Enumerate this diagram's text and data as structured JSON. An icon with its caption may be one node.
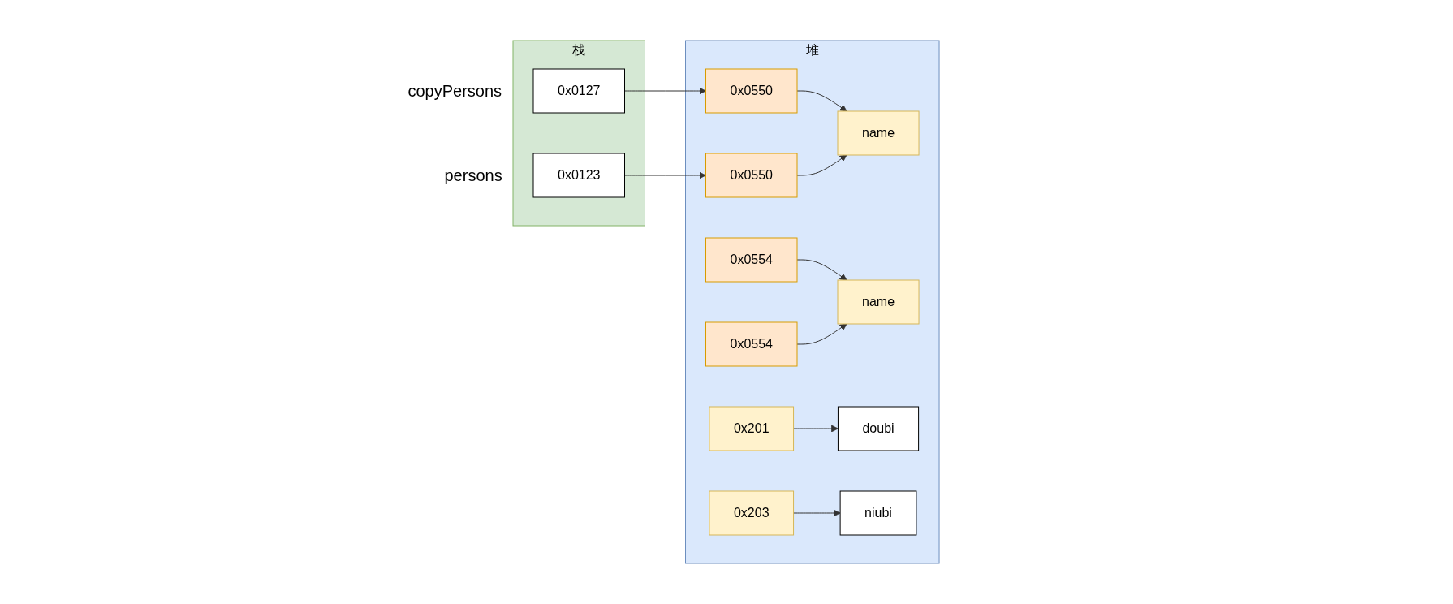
{
  "diagram": {
    "nodes": [
      {
        "text": [
          "栈"
        ]
      },
      {
        "text": [
          "堆"
        ]
      },
      {
        "text": [
          "0x0127"
        ],
        "in": 0,
        "beside": [
          "copyPersons"
        ]
      },
      {
        "text": [
          "0x0123"
        ],
        "in": 0,
        "beside": [
          "persons"
        ]
      },
      {
        "text": [
          "0x0550"
        ],
        "in": 1
      },
      {
        "text": [
          "0x0554"
        ],
        "in": 1
      },
      {
        "text": [
          "name"
        ],
        "in": 1
      },
      {
        "text": [
          "0x201"
        ],
        "in": 1
      },
      {
        "text": [
          "name"
        ],
        "in": 1
      },
      {
        "text": [
          "0x203"
        ],
        "in": 1
      },
      {
        "text": [
          "doubi"
        ],
        "in": 1
      },
      {
        "text": [
          "niubi"
        ],
        "in": 1
      },
      {
        "text": [
          "0x0550"
        ],
        "in": 1
      },
      {
        "text": [
          "0x0554"
        ],
        "in": 1
      }
    ],
    "edges": [
      {
        "from": 2,
        "to": 4,
        "arrow": "to"
      },
      {
        "from": 3,
        "to": 12,
        "arrow": "to"
      },
      {
        "from": 4,
        "to": 6,
        "arrow": "to"
      },
      {
        "from": 5,
        "to": 8,
        "arrow": "to"
      },
      {
        "from": 7,
        "to": 10,
        "arrow": "to"
      },
      {
        "from": 9,
        "to": 11,
        "arrow": "to"
      },
      {
        "from": 12,
        "to": 6,
        "arrow": "to"
      },
      {
        "from": 13,
        "to": 8,
        "arrow": "to"
      }
    ]
  }
}
